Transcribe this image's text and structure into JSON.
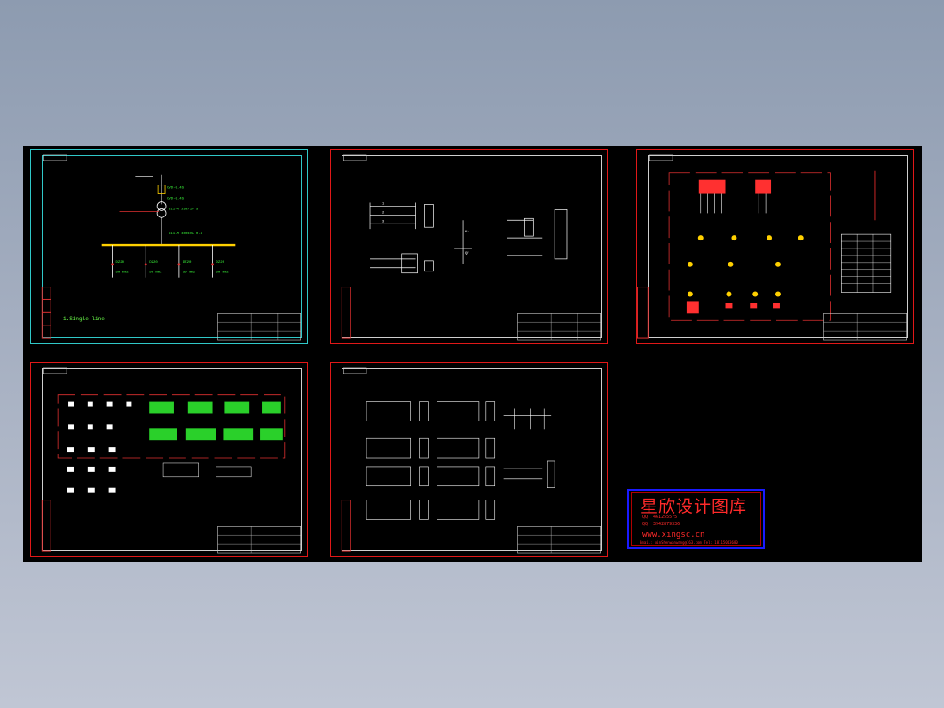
{
  "sheet1": {
    "note": "1.Single line"
  },
  "stamp": {
    "title": "星欣设计图库",
    "line1": "QQ: 461255575",
    "line2": "QQ: 3942879336",
    "website": "www.xingsc.cn",
    "footer": "Email: xinShenwanwang@163.com   Tel: 18115043680"
  },
  "colors": {
    "background": "#000000",
    "frame": "#e01818",
    "stamp_border": "#1a1aff",
    "stamp_text": "#ff2a2a",
    "lines": "#e6e6e6",
    "green_text": "#3cff3c",
    "bus": "#ffd000"
  }
}
